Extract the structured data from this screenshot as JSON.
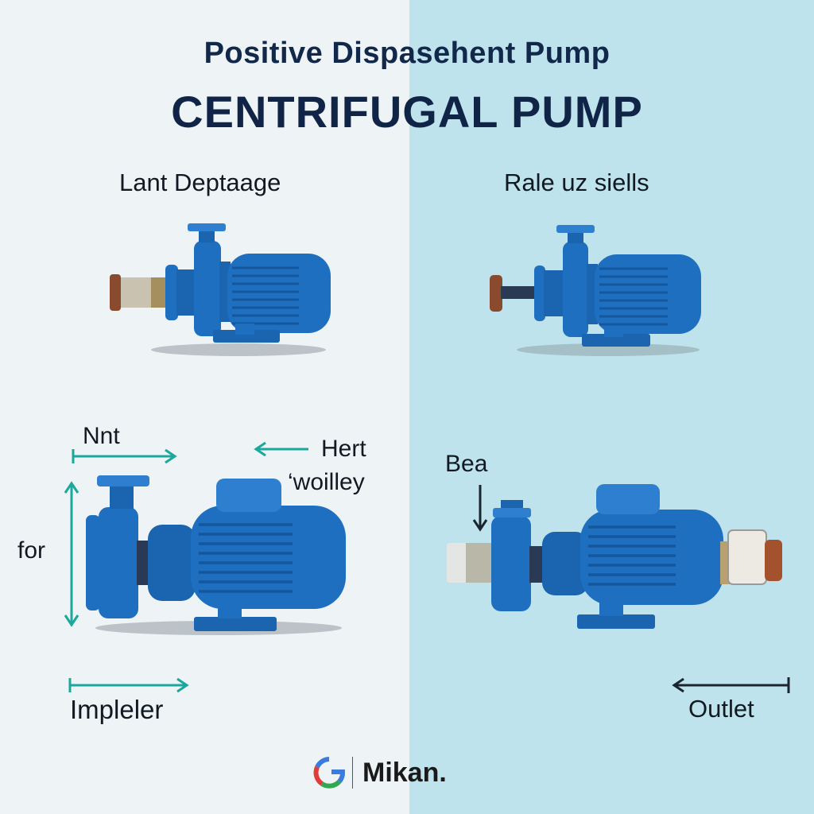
{
  "title": {
    "line1": "Positive Dispasehent Pump",
    "line2": "CENTRIFUGAL PUMP"
  },
  "left_panel": {
    "heading": "Lant Deptaage",
    "label_top": "Nnt",
    "label_side": "for",
    "label_bottom": "Impleler"
  },
  "right_panel": {
    "heading": "Rale uz siells",
    "label_top_line1": "Hert",
    "label_top_line2": "‘woilley",
    "label_side": "Bea",
    "label_bottom": "Outlet"
  },
  "brand": {
    "name": "Mikan."
  },
  "colors": {
    "bg_left": "#eef3f6",
    "bg_right": "#bfe3ec",
    "pump_blue": "#1f6fc0",
    "arrow_teal": "#1aa79c",
    "arrow_dark": "#1b2530",
    "title_navy": "#12284a"
  }
}
